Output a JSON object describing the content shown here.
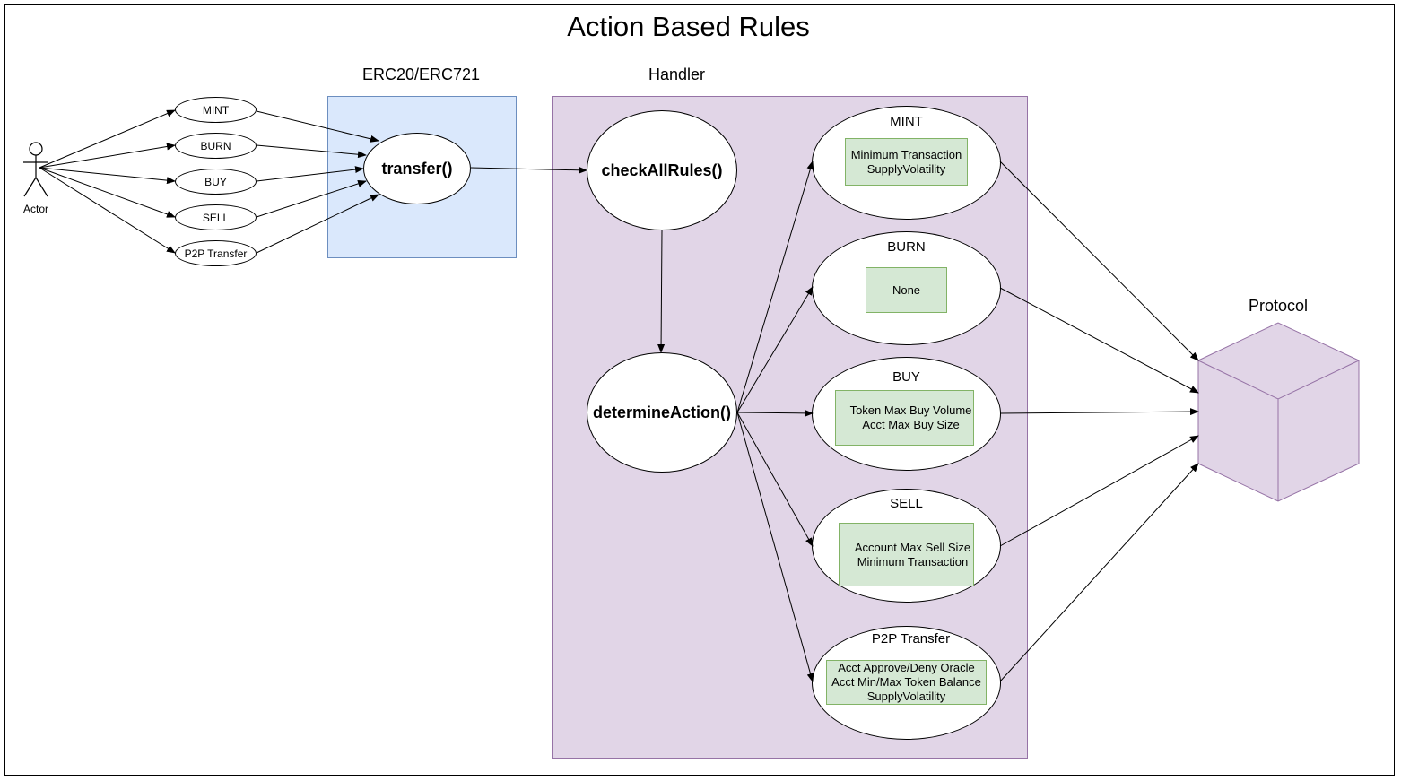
{
  "title": "Action Based Rules",
  "actor": {
    "label": "Actor"
  },
  "user_actions": [
    "MINT",
    "BURN",
    "BUY",
    "SELL",
    "P2P Transfer"
  ],
  "token": {
    "group_label": "ERC20/ERC721",
    "function": "transfer()"
  },
  "handler": {
    "group_label": "Handler",
    "check_function": "checkAllRules()",
    "determine_function": "determineAction()",
    "actions": [
      {
        "name": "MINT",
        "rules": [
          "Minimum Transaction",
          "SupplyVolatility"
        ]
      },
      {
        "name": "BURN",
        "rules": [
          "None"
        ]
      },
      {
        "name": "BUY",
        "rules": [
          "Token Max Buy Volume",
          "Acct Max Buy Size"
        ]
      },
      {
        "name": "SELL",
        "rules": [
          "Account Max Sell Size",
          "Minimum Transaction"
        ]
      },
      {
        "name": "P2P Transfer",
        "rules": [
          "Acct Approve/Deny Oracle",
          "Acct Min/Max Token Balance",
          "SupplyVolatility"
        ]
      }
    ]
  },
  "protocol": {
    "label": "Protocol"
  },
  "colors": {
    "token_fill": "#dae8fc",
    "token_stroke": "#6c8ebf",
    "handler_fill": "#e1d5e7",
    "handler_stroke": "#9673a6",
    "rule_fill": "#d5e8d4",
    "rule_stroke": "#82b366"
  }
}
